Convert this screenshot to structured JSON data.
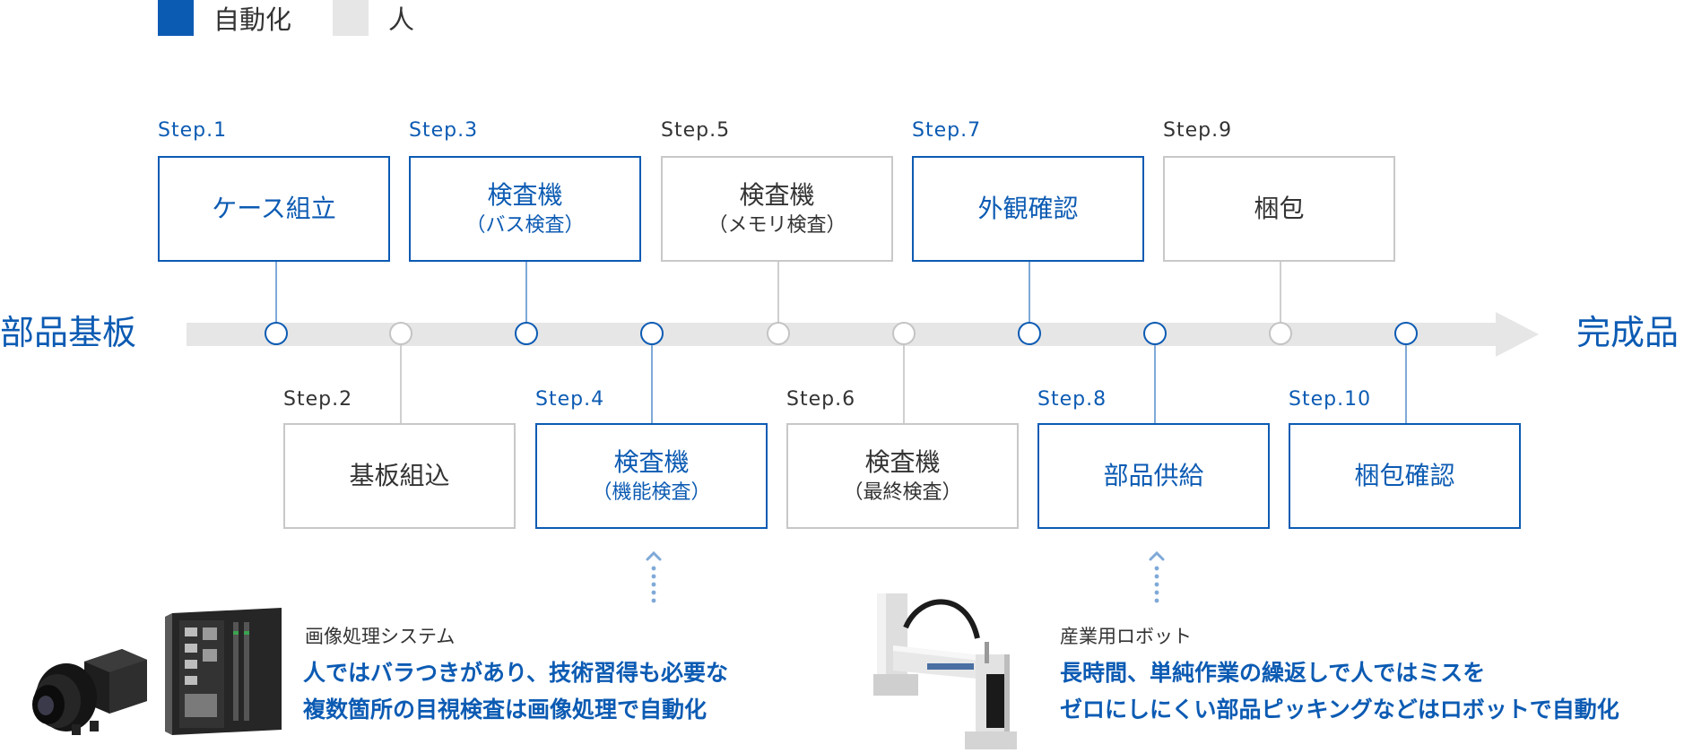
{
  "legend": {
    "auto": {
      "label": "自動化",
      "color": "#0c5bb3"
    },
    "human": {
      "label": "人",
      "color": "#e6e6e6"
    }
  },
  "axis": {
    "start": "部品基板",
    "end": "完成品"
  },
  "steps": [
    {
      "label": "Step.1",
      "line1": "ケース組立",
      "line2": "",
      "type": "auto"
    },
    {
      "label": "Step.2",
      "line1": "基板組込",
      "line2": "",
      "type": "human"
    },
    {
      "label": "Step.3",
      "line1": "検査機",
      "line2": "（バス検査）",
      "type": "auto"
    },
    {
      "label": "Step.4",
      "line1": "検査機",
      "line2": "（機能検査）",
      "type": "auto"
    },
    {
      "label": "Step.5",
      "line1": "検査機",
      "line2": "（メモリ検査）",
      "type": "human"
    },
    {
      "label": "Step.6",
      "line1": "検査機",
      "line2": "（最終検査）",
      "type": "human"
    },
    {
      "label": "Step.7",
      "line1": "外観確認",
      "line2": "",
      "type": "auto"
    },
    {
      "label": "Step.8",
      "line1": "部品供給",
      "line2": "",
      "type": "auto"
    },
    {
      "label": "Step.9",
      "line1": "梱包",
      "line2": "",
      "type": "human"
    },
    {
      "label": "Step.10",
      "line1": "梱包確認",
      "line2": "",
      "type": "auto"
    }
  ],
  "features": [
    {
      "title": "画像処理システム",
      "desc_line1": "人ではバラつきがあり、技術習得も必要な",
      "desc_line2": "複数箇所の目視検査は画像処理で自動化"
    },
    {
      "title": "産業用ロボット",
      "desc_line1": "長時間、単純作業の繰返しで人ではミスを",
      "desc_line2": "ゼロにしにくい部品ピッキングなどはロボットで自動化"
    }
  ]
}
